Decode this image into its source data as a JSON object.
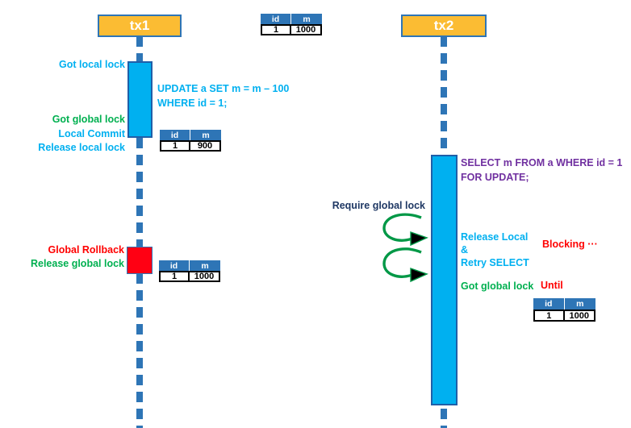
{
  "colors": {
    "accent_blue": "#2E75B6",
    "activation_cyan": "#00B0F0",
    "header_orange": "#FBBC33",
    "lock_green": "#00B050",
    "alert_red": "#FF0013",
    "sql_purple": "#7030A0",
    "require_navy": "#1F3864"
  },
  "tx1": {
    "title": "tx1",
    "got_local_lock": "Got local lock",
    "sql_line1": "UPDATE a SET m = m – 100",
    "sql_line2": "WHERE id = 1;",
    "got_global_lock": "Got global lock",
    "local_commit": "Local Commit",
    "release_local_lock": "Release local lock",
    "global_rollback": "Global Rollback",
    "release_global_lock": "Release global lock"
  },
  "tx2": {
    "title": "tx2",
    "sql_line1": "SELECT m FROM a WHERE id = 1",
    "sql_line2": "FOR UPDATE;",
    "require_global_lock": "Require global lock",
    "release_local": "Release Local",
    "and": "&",
    "retry_select": "Retry SELECT",
    "blocking": "Blocking ···",
    "got_global_lock": "Got global lock",
    "until": "Until"
  },
  "tables": {
    "initial": {
      "headers": [
        "id",
        "m"
      ],
      "row": [
        "1",
        "1000"
      ]
    },
    "after_local_commit": {
      "headers": [
        "id",
        "m"
      ],
      "row": [
        "1",
        "900"
      ]
    },
    "after_rollback": {
      "headers": [
        "id",
        "m"
      ],
      "row": [
        "1",
        "1000"
      ]
    },
    "tx2_read": {
      "headers": [
        "id",
        "m"
      ],
      "row": [
        "1",
        "1000"
      ]
    }
  }
}
